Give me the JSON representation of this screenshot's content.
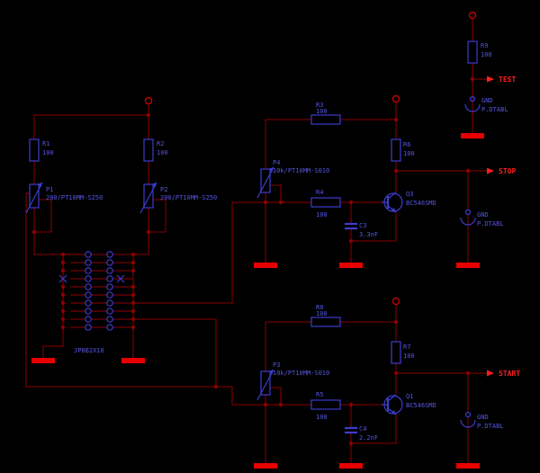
{
  "colors": {
    "background": "#000000",
    "wire": "#8b0000",
    "symbol": "#3c3ccf",
    "text": "#5656e0",
    "junction": "#8b0000",
    "power": "#c40000",
    "ground": "#e80000",
    "net": "#ff1f1f"
  },
  "nets": {
    "test": "TEST",
    "stop": "STOP",
    "start": "START"
  },
  "pad": {
    "name": "GND",
    "value": "P.DTABL"
  },
  "components": {
    "R1": {
      "name": "R1",
      "value": "100"
    },
    "R2": {
      "name": "R2",
      "value": "100"
    },
    "R3": {
      "name": "R3",
      "value": "100"
    },
    "R4": {
      "name": "R4",
      "value": "100"
    },
    "R5": {
      "name": "R5",
      "value": "100"
    },
    "R6": {
      "name": "R6",
      "value": "100"
    },
    "R7": {
      "name": "R7",
      "value": "100"
    },
    "R8": {
      "name": "R8",
      "value": "100"
    },
    "R9": {
      "name": "R9",
      "value": "100"
    },
    "P1": {
      "name": "P1",
      "value": "200/PT10MM-S250"
    },
    "P2": {
      "name": "P2",
      "value": "200/PT10MM-S250"
    },
    "P3": {
      "name": "P3",
      "value": "10k/PT10MM-S010"
    },
    "P4": {
      "name": "P4",
      "value": "10k/PT10MM-S010"
    },
    "C3": {
      "name": "C3",
      "value": "3.3nF"
    },
    "C4": {
      "name": "C4",
      "value": "2.2nF"
    },
    "Q1": {
      "name": "Q1",
      "value": "BC546SMD"
    },
    "Q3": {
      "name": "Q3",
      "value": "BC546SMD"
    },
    "J1": {
      "name": "JP8B2X10"
    }
  }
}
